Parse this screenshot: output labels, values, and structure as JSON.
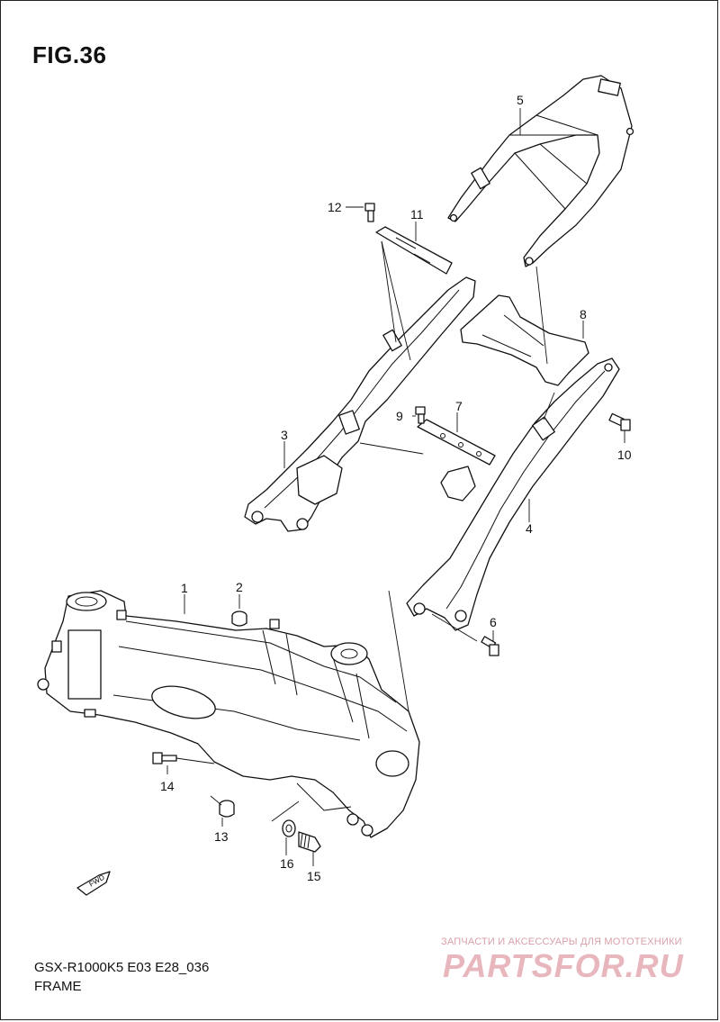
{
  "figure": {
    "title": "FIG.36"
  },
  "footer": {
    "model_code": "GSX-R1000K5 E03 E28_036",
    "section_name": "FRAME"
  },
  "watermark": {
    "tagline": "ЗАПЧАСТИ И АКСЕССУАРЫ ДЛЯ МОТОТЕХНИКИ",
    "logo_text": "PARTSFOR.RU"
  },
  "direction_badge": {
    "label": "FWD"
  },
  "callouts": [
    "1",
    "2",
    "3",
    "4",
    "5",
    "6",
    "7",
    "8",
    "9",
    "10",
    "11",
    "12",
    "13",
    "14",
    "15",
    "16"
  ]
}
